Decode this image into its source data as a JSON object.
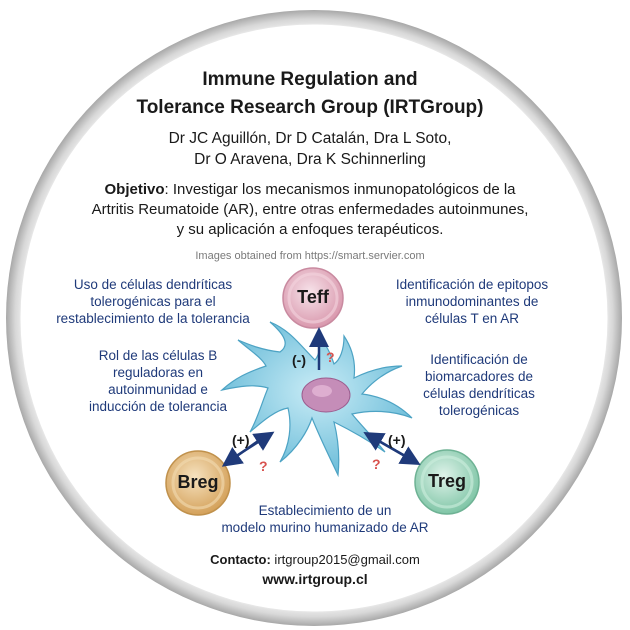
{
  "title_lines": [
    "Immune Regulation and",
    "Tolerance Research Group (IRTGroup)"
  ],
  "authors_lines": [
    "Dr JC Aguillón, Dr D Catalán, Dra L Soto,",
    "Dr O Aravena, Dra K Schinnerling"
  ],
  "objective": {
    "label": "Objetivo",
    "text_lines": [
      ": Investigar los mecanismos inmunopatológicos de la",
      "Artritis Reumatoide (AR), entre otras enfermedades autoinmunes,",
      "y su aplicación a enfoques terapéuticos."
    ]
  },
  "credit": "Images obtained from https://smart.servier.com",
  "left_top_lines": [
    "Uso de células dendríticas",
    "tolerogénicas para el",
    "restablecimiento de la tolerancia"
  ],
  "right_top_lines": [
    "Identificación de epitopos",
    "inmunodominantes de",
    "células T en AR"
  ],
  "left_mid_lines": [
    "Rol de las células B",
    "reguladoras en",
    "autoinmunidad e",
    "inducción de tolerancia"
  ],
  "right_mid_lines": [
    "Identificación de",
    "biomarcadores de",
    "células dendríticas",
    "tolerogénicas"
  ],
  "bottom_lines": [
    "Establecimiento de un",
    "modelo murino humanizado de AR"
  ],
  "cells": {
    "teff": "Teff",
    "breg": "Breg",
    "treg": "Treg"
  },
  "signs": {
    "teff": "(-)",
    "breg": "(+)",
    "treg": "(+)",
    "question": "?"
  },
  "contact": {
    "label": "Contacto:",
    "email": " irtgroup2015@gmail.com"
  },
  "website": "www.irtgroup.cl",
  "colors": {
    "text_blue": "#1f3a7a",
    "arrow_blue": "#1f3a7a",
    "question_red": "#d9534f",
    "teff_fill": "#e9b9c6",
    "breg_fill": "#e8c58f",
    "treg_fill": "#a9dcc3",
    "dc_fill": "#8fd0e6"
  }
}
